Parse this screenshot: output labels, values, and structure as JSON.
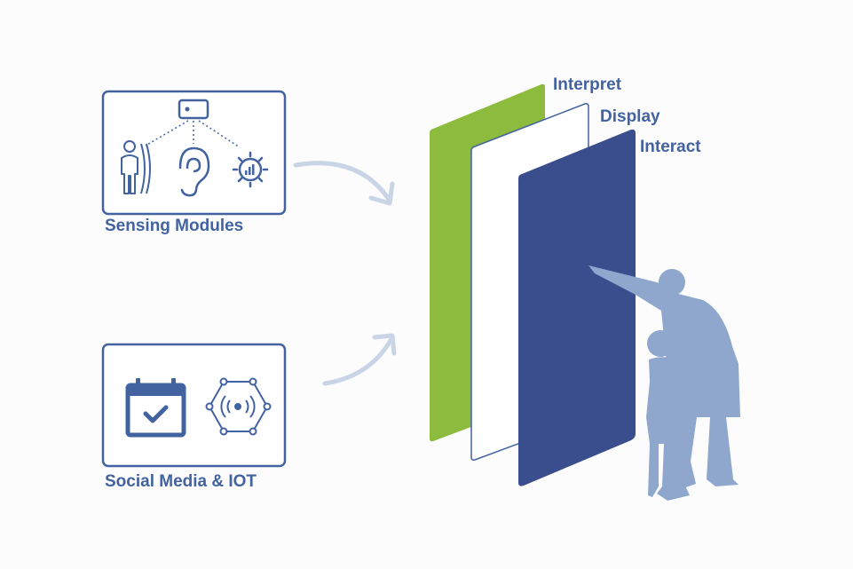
{
  "modules": {
    "sensing": {
      "caption": "Sensing Modules",
      "icons": [
        "sensor-device-icon",
        "person-detection-icon",
        "ear-icon",
        "light-sensor-icon"
      ]
    },
    "social": {
      "caption": "Social Media & IOT",
      "icons": [
        "calendar-check-icon",
        "iot-network-icon"
      ]
    }
  },
  "layers": [
    {
      "label": "Interpret",
      "color": "#8dbb3e"
    },
    {
      "label": "Display",
      "color": "#ffffff"
    },
    {
      "label": "Interact",
      "color": "#3a4d8c"
    }
  ],
  "colors": {
    "accent": "#4263a0",
    "arrow": "#c9d4e6",
    "people": "#8fa7cd"
  },
  "people": [
    "adult-pointing-silhouette",
    "child-silhouette"
  ]
}
